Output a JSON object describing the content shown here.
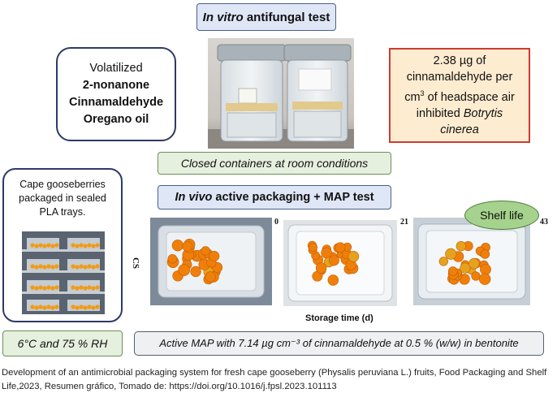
{
  "header_in_vitro": {
    "italic": "In vitro",
    "rest": " antifungal test"
  },
  "compounds": {
    "title": "Volatilized",
    "items": [
      "2-nonanone",
      "Cinnamaldehyde",
      "Oregano oil"
    ]
  },
  "result": {
    "line1": "2.38 µg of",
    "line2": "cinnamaldehyde per",
    "line3_pre": "cm",
    "line3_sup": "3",
    "line3_post": " of headspace air",
    "line4": "inhibited",
    "line4_italic": "Botrytis",
    "line5_italic": "cinerea"
  },
  "closed_containers": "Closed containers at room conditions",
  "header_in_vivo": {
    "italic": "In vivo",
    "rest": " active packaging + MAP test"
  },
  "gooseberry_box": {
    "line1": "Cape gooseberries",
    "line2": "packaged in sealed",
    "line3": "PLA trays."
  },
  "shelf_life": "Shelf life",
  "cs_label": "CS",
  "day_labels": [
    "0",
    "21",
    "43"
  ],
  "storage_label": "Storage time (d)",
  "rh_box": "6°C and 75 % RH",
  "map_note": "Active MAP with 7.14 µg cm⁻³ of cinnamaldehyde at 0.5 % (w/w) in bentonite",
  "citation": "Development of an antimicrobial packaging system for fresh cape gooseberry (Physalis peruviana L.) fruits, Food Packaging and Shelf Life,2023, Resumen gráfico, Tomado de: https://doi.org/10.1016/j.fpsl.2023.101113",
  "colors": {
    "header_fill": "#dfe6f6",
    "result_border": "#cf3a2f",
    "result_fill": "#fdecd0",
    "green_fill": "#e6f0de",
    "shelf_life_fill": "#a5d28c"
  }
}
